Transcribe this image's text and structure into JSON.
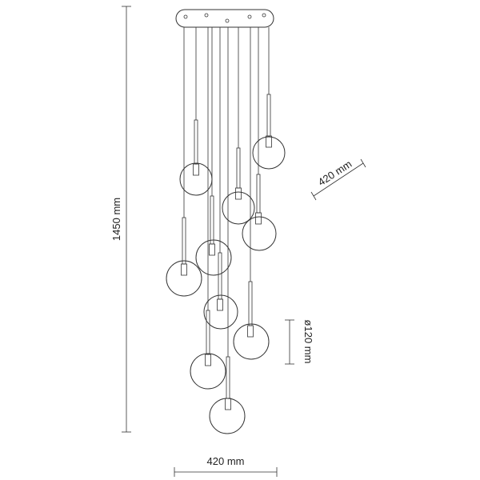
{
  "dimensions": {
    "height_label": "1450 mm",
    "width_label": "420 mm",
    "canopy_diameter_label": "420 mm",
    "globe_diameter_label": "ø120 mm"
  },
  "colors": {
    "line": "#333333",
    "background": "#ffffff"
  }
}
